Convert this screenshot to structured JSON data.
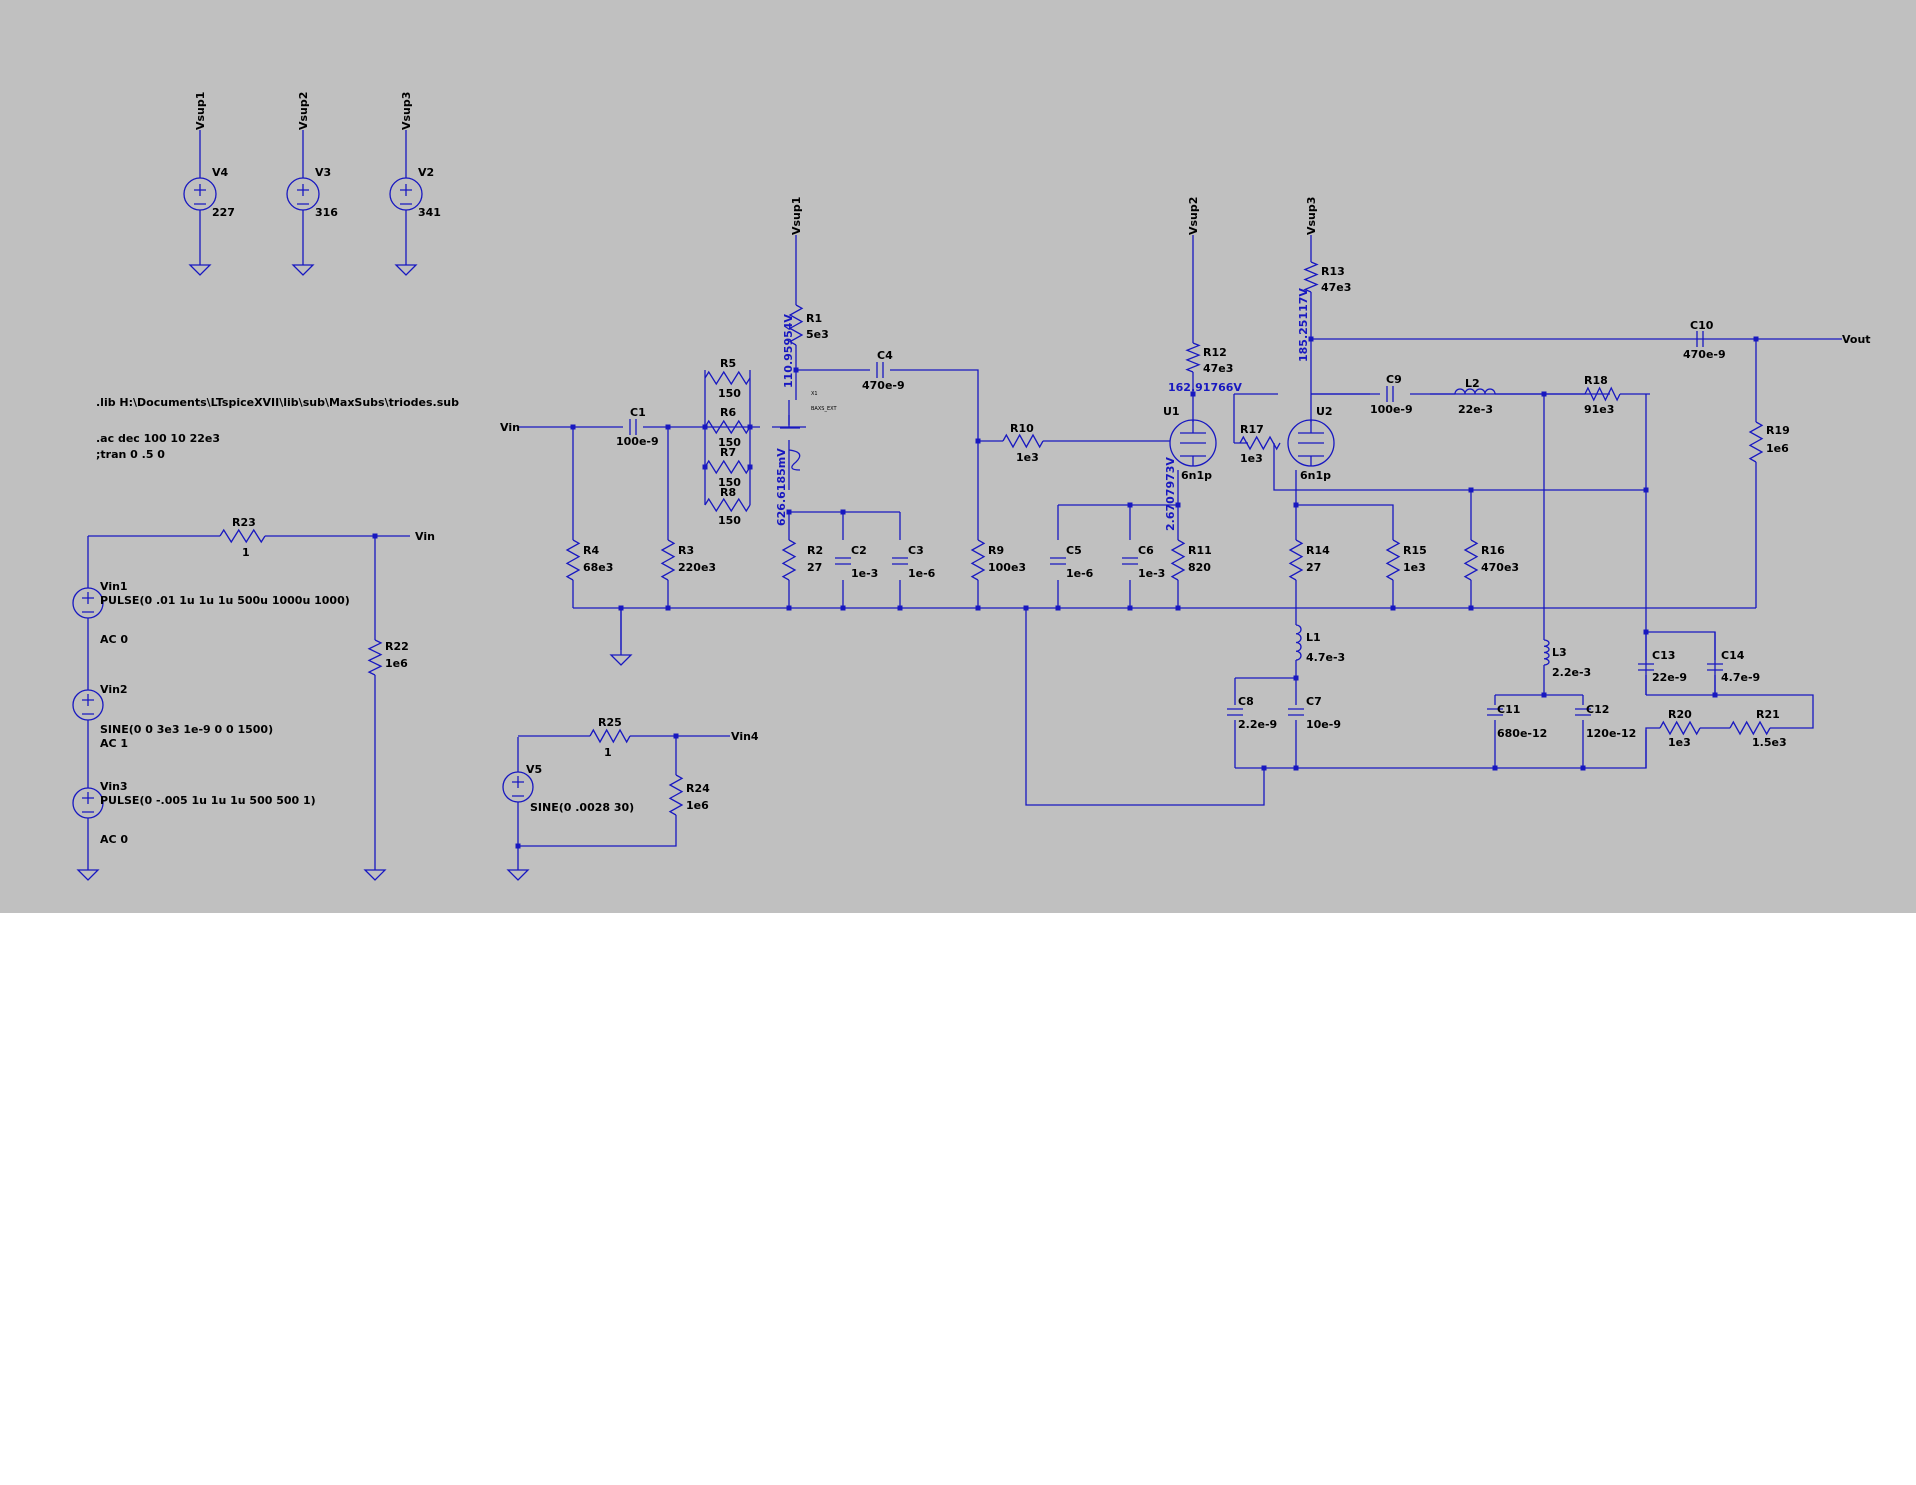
{
  "directives": {
    "lib": ".lib H:\\Documents\\LTspiceXVII\\lib\\sub\\MaxSubs\\triodes.sub",
    "ac": ".ac dec 100 10 22e3",
    "tran": ";tran 0 .5 0"
  },
  "net_labels": {
    "vsup1": "Vsup1",
    "vsup2": "Vsup2",
    "vsup3": "Vsup3",
    "vin": "Vin",
    "vout": "Vout",
    "vin4": "Vin4"
  },
  "voltage_probes": {
    "u1_plate": "162.91766V",
    "r1_plate": "110.95954V",
    "r13_plate": "185.25117V",
    "cathode_1": "626.6185mV",
    "cathode_2": "2.6707973V"
  },
  "sources": {
    "v4": {
      "name": "V4",
      "value": "227"
    },
    "v3": {
      "name": "V3",
      "value": "316"
    },
    "v2": {
      "name": "V2",
      "value": "341"
    },
    "v5": {
      "name": "V5",
      "value": "SINE(0 .0028 30)"
    },
    "vin1": {
      "name": "Vin1",
      "value": "PULSE(0 .01 1u 1u 1u 500u 1000u 1000)",
      "ac": "AC 0"
    },
    "vin2": {
      "name": "Vin2",
      "value": "SINE(0 0 3e3 1e-9 0 0 1500)",
      "ac": "AC 1"
    },
    "vin3": {
      "name": "Vin3",
      "value": "PULSE(0 -.005 1u 1u 1u 500 500 1)",
      "ac": "AC 0"
    }
  },
  "tubes": {
    "u1": {
      "name": "U1",
      "model": "6n1p"
    },
    "u2": {
      "name": "U2",
      "model": "6n1p"
    },
    "x1": {
      "name": "X1",
      "model": "BAXS_EXT"
    }
  },
  "resistors": {
    "r1": {
      "name": "R1",
      "value": "5e3"
    },
    "r2": {
      "name": "R2",
      "value": "27"
    },
    "r3": {
      "name": "R3",
      "value": "220e3"
    },
    "r4": {
      "name": "R4",
      "value": "68e3"
    },
    "r5": {
      "name": "R5",
      "value": "150"
    },
    "r6": {
      "name": "R6",
      "value": "150"
    },
    "r7": {
      "name": "R7",
      "value": "150"
    },
    "r8": {
      "name": "R8",
      "value": "150"
    },
    "r9": {
      "name": "R9",
      "value": "100e3"
    },
    "r10": {
      "name": "R10",
      "value": "1e3"
    },
    "r11": {
      "name": "R11",
      "value": "820"
    },
    "r12": {
      "name": "R12",
      "value": "47e3"
    },
    "r13": {
      "name": "R13",
      "value": "47e3"
    },
    "r14": {
      "name": "R14",
      "value": "27"
    },
    "r15": {
      "name": "R15",
      "value": "1e3"
    },
    "r16": {
      "name": "R16",
      "value": "470e3"
    },
    "r17": {
      "name": "R17",
      "value": "1e3"
    },
    "r18": {
      "name": "R18",
      "value": "91e3"
    },
    "r19": {
      "name": "R19",
      "value": "1e6"
    },
    "r20": {
      "name": "R20",
      "value": "1e3"
    },
    "r21": {
      "name": "R21",
      "value": "1.5e3"
    },
    "r22": {
      "name": "R22",
      "value": "1e6"
    },
    "r23": {
      "name": "R23",
      "value": "1"
    },
    "r24": {
      "name": "R24",
      "value": "1e6"
    },
    "r25": {
      "name": "R25",
      "value": "1"
    }
  },
  "capacitors": {
    "c1": {
      "name": "C1",
      "value": "100e-9"
    },
    "c2": {
      "name": "C2",
      "value": "1e-3"
    },
    "c3": {
      "name": "C3",
      "value": "1e-6"
    },
    "c4": {
      "name": "C4",
      "value": "470e-9"
    },
    "c5": {
      "name": "C5",
      "value": "1e-6"
    },
    "c6": {
      "name": "C6",
      "value": "1e-3"
    },
    "c7": {
      "name": "C7",
      "value": "10e-9"
    },
    "c8": {
      "name": "C8",
      "value": "2.2e-9"
    },
    "c9": {
      "name": "C9",
      "value": "100e-9"
    },
    "c10": {
      "name": "C10",
      "value": "470e-9"
    },
    "c11": {
      "name": "C11",
      "value": "680e-12"
    },
    "c12": {
      "name": "C12",
      "value": "120e-12"
    },
    "c13": {
      "name": "C13",
      "value": "22e-9"
    },
    "c14": {
      "name": "C14",
      "value": "4.7e-9"
    }
  },
  "inductors": {
    "l1": {
      "name": "L1",
      "value": "4.7e-3"
    },
    "l2": {
      "name": "L2",
      "value": "22e-3"
    },
    "l3": {
      "name": "L3",
      "value": "2.2e-3"
    }
  },
  "colors": {
    "background": "#c0c0c0",
    "wire": "#1818c0",
    "text": "#000000",
    "page": "#ffffff"
  }
}
